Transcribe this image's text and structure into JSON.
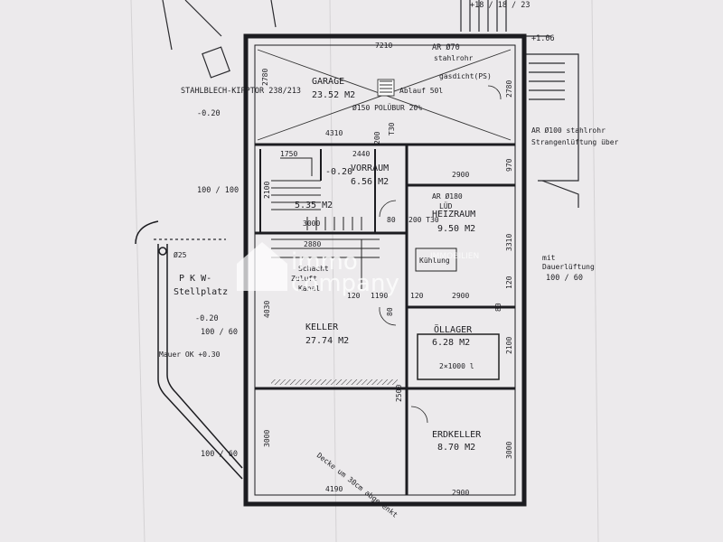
{
  "plan": {
    "top_left": "+18 / 18 / 23",
    "level_right": "+1.06",
    "roll_door": "STAHLBLECH-KIPPTOR 238/213",
    "level_left": "-0.20",
    "ar70": "AR Ø70",
    "stahlrohr": "stahlrohr",
    "gasdicht": "gasdicht(PS)",
    "ar100": "AR Ø100 stahlrohr",
    "strangenlueftung": "Strangenlüftung über",
    "gefaelle": "Ø150 POLÜBUR 20%",
    "ablauf": "Ablauf 50l",
    "garage": {
      "name": "GARAGE",
      "area": "23.52 M2"
    },
    "vorraum": {
      "name": "VORRAUM",
      "area": "6.56 M2",
      "level": "-0.20"
    },
    "stairs": {
      "area": "5.35 M2",
      "label": "3000"
    },
    "heizraum": {
      "name": "HEIZRAUM",
      "area": "9.50 M2"
    },
    "ar180": "AR Ø180",
    "lued": "LÜD",
    "schacht": "Schacht",
    "zuluft": "Zuluft",
    "kanal": "Kanal",
    "kuehlung": "Kühlung",
    "keller": {
      "name": "KELLER",
      "area": "27.74 M2"
    },
    "oellager": {
      "name": "ÖLLAGER",
      "area": "6.28 M2",
      "tank": "2×1000 l"
    },
    "erdkeller": {
      "name": "ERDKELLER",
      "area": "8.70 M2"
    },
    "decke": "Decke um 30cm abgesenkt",
    "pkw": "P K W-",
    "stellplatz": "Stellplatz",
    "pkw_level": "-0.20",
    "ratio_100_60_a": "100 / 60",
    "ratio_100_60_b": "100 / 60",
    "ratio_100_100": "100 / 100",
    "ratio_right": "100 / 60",
    "mauer": "Mauer OK +0.30",
    "d25": "Ø25",
    "mit": "mit",
    "dauerlueftung": "Dauerlüftung",
    "dims": {
      "d7210": "7210",
      "d2780a": "2780",
      "d2780b": "2780",
      "d4310": "4310",
      "d1750": "1750",
      "d2440": "2440",
      "d200": "200",
      "dT30": "T30",
      "d2900a": "2900",
      "d970": "970",
      "d2100": "2100",
      "d80": "80",
      "d200T30": "200 T30",
      "d3310": "3310",
      "d2880": "2880",
      "d120a": "120",
      "d1190": "1190",
      "d80b": "80",
      "d2900b": "2900",
      "d4030": "4030",
      "d80c": "80",
      "d2100b": "2100",
      "d3000a": "3000",
      "d3000b": "3000",
      "d4190": "4190",
      "d2900c": "2900",
      "d2500": "2500",
      "d120b": "120",
      "d120c": "120"
    }
  },
  "watermark": {
    "logo_top": "immo",
    "logo_bottom": "company",
    "sub": "IMMOBILIEN"
  }
}
